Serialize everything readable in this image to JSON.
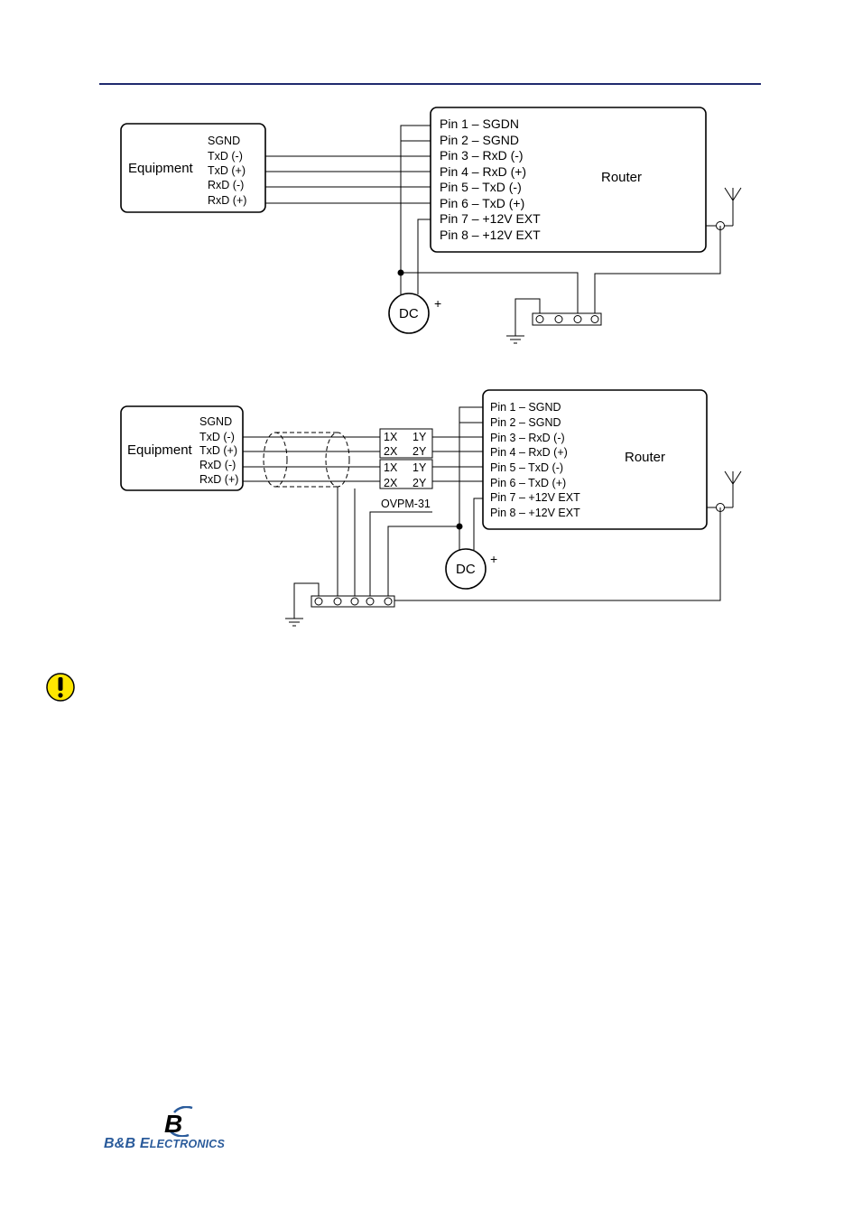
{
  "diagram1": {
    "equipment_label": "Equipment",
    "equipment_pins": [
      "SGND",
      "TxD (-)",
      "TxD (+)",
      "RxD (-)",
      "RxD (+)"
    ],
    "router_label": "Router",
    "router_pins": [
      "Pin 1 – SGDN",
      "Pin 2 – SGND",
      "Pin 3 – RxD (-)",
      "Pin 4 – RxD (+)",
      "Pin 5 – TxD (-)",
      "Pin 6 – TxD (+)",
      "Pin 7 – +12V EXT",
      "Pin 8 – +12V EXT"
    ],
    "dc_label": "DC",
    "dc_polarity": "+"
  },
  "diagram2": {
    "equipment_label": "Equipment",
    "equipment_pins": [
      "SGND",
      "TxD (-)",
      "TxD (+)",
      "RxD (-)",
      "RxD (+)"
    ],
    "router_label": "Router",
    "router_pins": [
      "Pin 1 – SGND",
      "Pin 2 – SGND",
      "Pin 3 – RxD (-)",
      "Pin 4 – RxD (+)",
      "Pin 5 – TxD (-)",
      "Pin 6 – TxD (+)",
      "Pin 7 – +12V EXT",
      "Pin 8 – +12V EXT"
    ],
    "module_ports": [
      "1X",
      "1Y",
      "2X",
      "2Y",
      "1X",
      "1Y",
      "2X",
      "2Y"
    ],
    "module_label": "OVPM-31",
    "dc_label": "DC",
    "dc_polarity": "+"
  },
  "footer": {
    "logo_initial": "B",
    "logo_text_1": "B&B E",
    "logo_text_2": "LECTRONICS"
  },
  "colors": {
    "rule": "#1f2a6e",
    "logo": "#2a5b9b",
    "warning": "#ffe600"
  }
}
